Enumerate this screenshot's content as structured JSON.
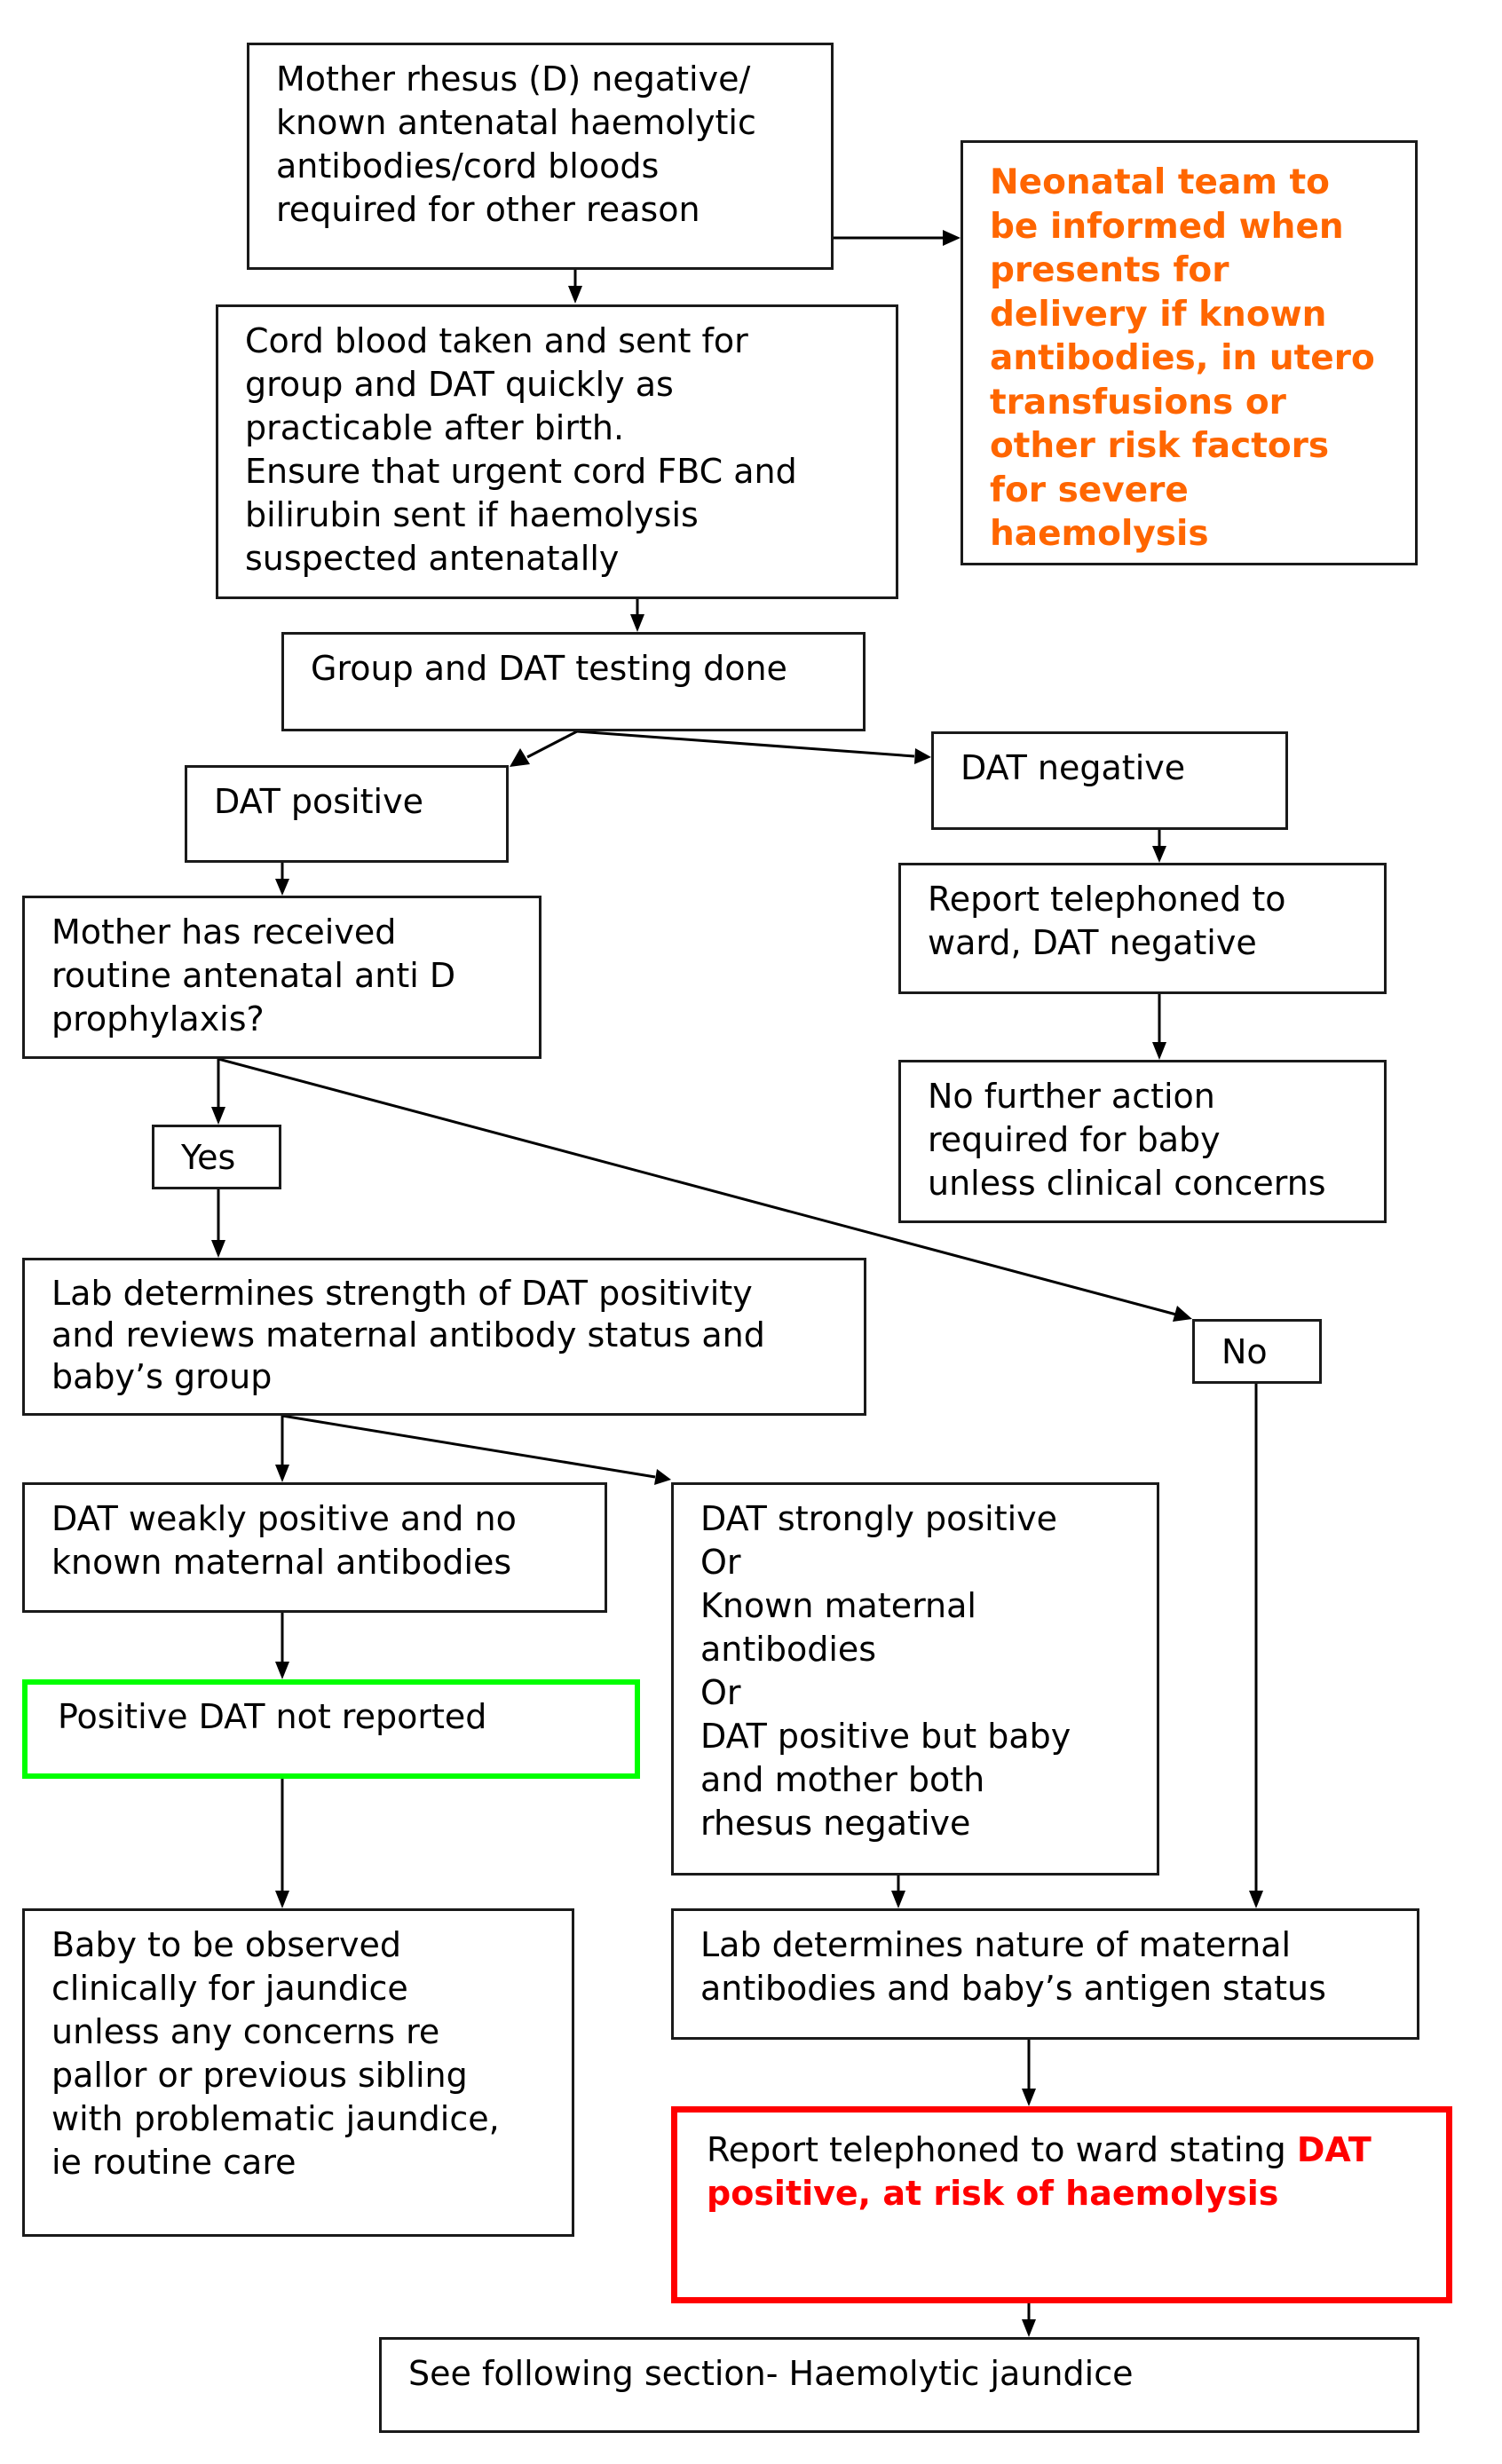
{
  "diagram": {
    "nodes": {
      "start": {
        "text": "Mother rhesus (D) negative/\nknown antenatal haemolytic\nantibodies/cord bloods\nrequired for other reason"
      },
      "neonatal_team": {
        "text": "Neonatal team to\nbe informed when\npresents for\ndelivery if known\nantibodies, in utero\ntransfusions or\nother risk factors\nfor severe\nhaemolysis",
        "color": "#ff6600"
      },
      "cord_blood": {
        "text": "Cord blood taken and sent for\ngroup and DAT quickly as\npracticable after birth.\nEnsure that urgent cord FBC and\nbilirubin sent if haemolysis\nsuspected antenatally"
      },
      "testing_done": {
        "text": "Group and DAT testing done"
      },
      "dat_positive": {
        "text": "DAT positive"
      },
      "dat_negative": {
        "text": "DAT negative"
      },
      "report_negative": {
        "text": "Report telephoned to\nward, DAT negative"
      },
      "no_further_action": {
        "text": "No further action\nrequired for baby\nunless clinical concerns"
      },
      "anti_d_question": {
        "text": "Mother has received\nroutine antenatal anti D\nprophylaxis?"
      },
      "yes": {
        "text": "Yes"
      },
      "no": {
        "text": "No"
      },
      "lab_strength": {
        "text": "Lab determines strength of DAT positivity\nand reviews maternal antibody status and\nbaby’s group"
      },
      "dat_weak": {
        "text": "DAT weakly positive and no\nknown maternal antibodies"
      },
      "dat_strong": {
        "text": "DAT strongly positive\n          Or\nKnown maternal\nantibodies\n          Or\nDAT positive but baby\nand mother both\nrhesus negative"
      },
      "not_reported": {
        "text": "Positive DAT not reported",
        "border_color": "#00ff00"
      },
      "observe_baby": {
        "text": "Baby to be observed\nclinically for jaundice\nunless any concerns re\npallor or previous sibling\nwith problematic jaundice,\nie routine care"
      },
      "lab_nature": {
        "text": "Lab determines nature of maternal\nantibodies and baby’s antigen status"
      },
      "report_positive": {
        "text_plain": "Report telephoned to ward stating ",
        "text_emphasis": "DAT\npositive, at risk of haemolysis",
        "border_color": "#ff0000",
        "emphasis_color": "#ff0000"
      },
      "see_following": {
        "text": "See following section- Haemolytic jaundice"
      }
    },
    "edges": [
      {
        "from": "start",
        "to": "cord_blood"
      },
      {
        "from": "start",
        "to": "neonatal_team"
      },
      {
        "from": "cord_blood",
        "to": "testing_done"
      },
      {
        "from": "testing_done",
        "to": "dat_positive"
      },
      {
        "from": "testing_done",
        "to": "dat_negative"
      },
      {
        "from": "dat_negative",
        "to": "report_negative"
      },
      {
        "from": "report_negative",
        "to": "no_further_action"
      },
      {
        "from": "dat_positive",
        "to": "anti_d_question"
      },
      {
        "from": "anti_d_question",
        "to": "yes"
      },
      {
        "from": "anti_d_question",
        "to": "no"
      },
      {
        "from": "yes",
        "to": "lab_strength"
      },
      {
        "from": "lab_strength",
        "to": "dat_weak"
      },
      {
        "from": "lab_strength",
        "to": "dat_strong"
      },
      {
        "from": "dat_weak",
        "to": "not_reported"
      },
      {
        "from": "not_reported",
        "to": "observe_baby"
      },
      {
        "from": "dat_strong",
        "to": "lab_nature"
      },
      {
        "from": "no",
        "to": "lab_nature"
      },
      {
        "from": "lab_nature",
        "to": "report_positive"
      },
      {
        "from": "report_positive",
        "to": "see_following"
      }
    ]
  }
}
